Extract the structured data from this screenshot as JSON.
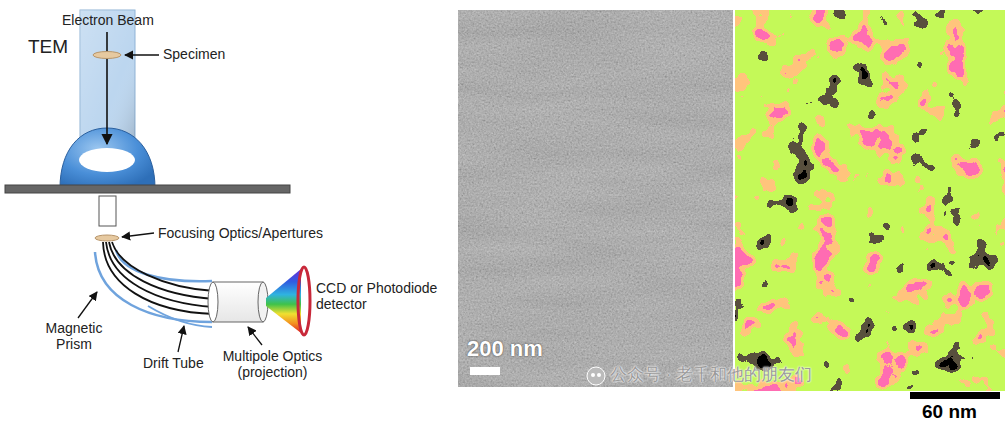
{
  "diagram": {
    "labels": [
      "Electron Beam",
      "Specimen",
      "TEM",
      "Focusing Optics/Apertures",
      "CCD or Photodiode detector",
      "Magnetic Prism",
      "Drift Tube",
      "Multipole Optics (projection)",
      "200 nm",
      "公众号 · 老千和他的朋友们",
      "60 nm"
    ]
  }
}
